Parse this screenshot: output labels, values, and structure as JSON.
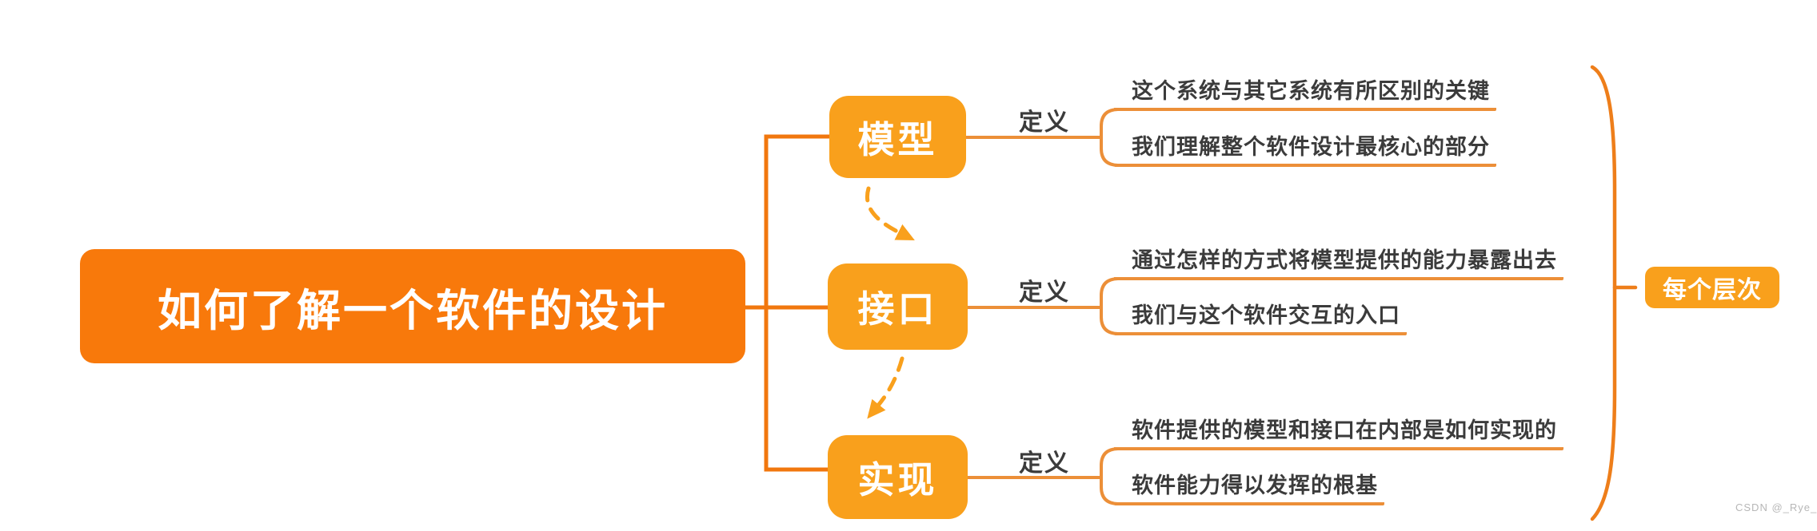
{
  "root": {
    "label": "如何了解一个软件的设计"
  },
  "branches": [
    {
      "label": "模型",
      "relation": "定义",
      "definitions": [
        "这个系统与其它系统有所区别的关键",
        "我们理解整个软件设计最核心的部分"
      ]
    },
    {
      "label": "接口",
      "relation": "定义",
      "definitions": [
        "通过怎样的方式将模型提供的能力暴露出去",
        "我们与这个软件交互的入口"
      ]
    },
    {
      "label": "实现",
      "relation": "定义",
      "definitions": [
        "软件提供的模型和接口在内部是如何实现的",
        "软件能力得以发挥的根基"
      ]
    }
  ],
  "summary": {
    "label": "每个层次"
  },
  "watermark": "CSDN @_Rye_",
  "colors": {
    "root_fill": "#F8790B",
    "branch_fill": "#F9A01C",
    "trunk_connector": "#F1770E",
    "branch_line": "#EC8F38",
    "dashed_arrow": "#F9A01C",
    "summary_brace": "#EE7E1A",
    "relation_text": "#3B3B3B",
    "definition_text": "#3B3B3B",
    "topic_text": "#FFFFFF"
  }
}
